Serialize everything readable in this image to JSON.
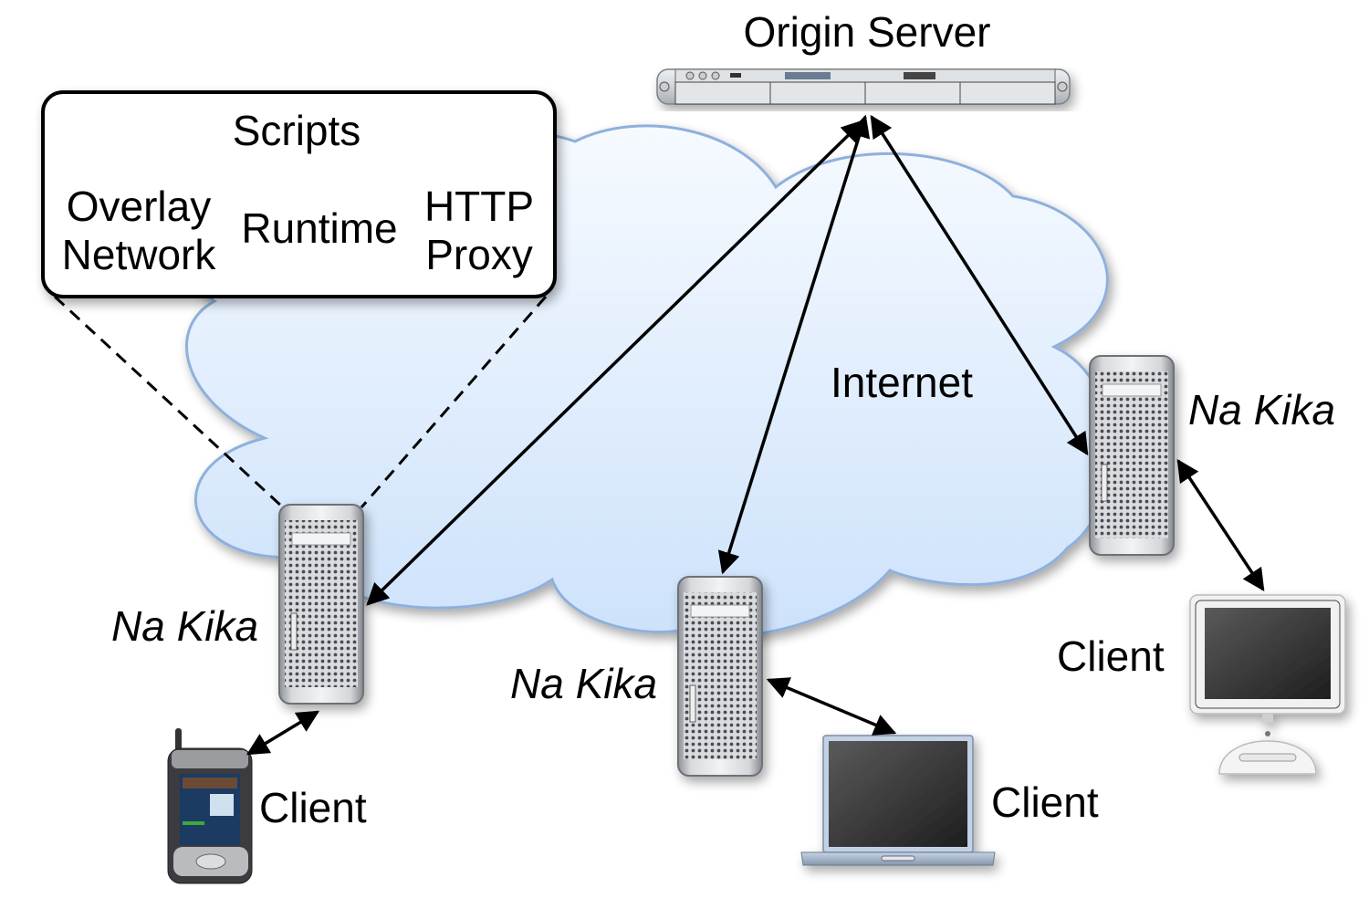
{
  "diagram": {
    "origin_server": {
      "label": "Origin Server"
    },
    "cloud": {
      "label": "Internet",
      "fill_top": "#f4f9ff",
      "fill_bottom": "#cfe3fb",
      "stroke": "#8fb0dc"
    },
    "scripts_box": {
      "title": "Scripts",
      "components": [
        {
          "line1": "Overlay",
          "line2": "Network"
        },
        {
          "line1": "Runtime"
        },
        {
          "line1": "HTTP",
          "line2": "Proxy"
        }
      ]
    },
    "nodes": [
      {
        "label": "Na Kika"
      },
      {
        "label": "Na Kika"
      },
      {
        "label": "Na Kika"
      }
    ],
    "clients": [
      {
        "label": "Client",
        "device": "pda"
      },
      {
        "label": "Client",
        "device": "laptop"
      },
      {
        "label": "Client",
        "device": "desktop"
      }
    ],
    "edges": [
      {
        "from": "origin-server",
        "to": "na-kika-left",
        "style": "double-arrow"
      },
      {
        "from": "origin-server",
        "to": "na-kika-middle",
        "style": "double-arrow"
      },
      {
        "from": "origin-server",
        "to": "na-kika-right",
        "style": "double-arrow"
      },
      {
        "from": "na-kika-left",
        "to": "client-pda",
        "style": "double-arrow"
      },
      {
        "from": "na-kika-middle",
        "to": "client-laptop",
        "style": "double-arrow"
      },
      {
        "from": "na-kika-right",
        "to": "client-desktop",
        "style": "double-arrow"
      },
      {
        "from": "na-kika-left",
        "to": "scripts-box",
        "style": "dashed"
      }
    ]
  }
}
